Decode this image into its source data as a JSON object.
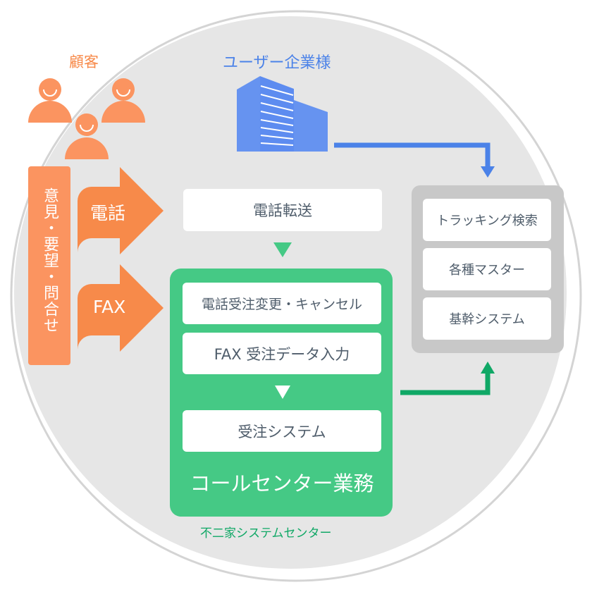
{
  "customers": {
    "title": "顧客",
    "feedback_label": "意見・要望・問合せ"
  },
  "channels": {
    "phone": "電話",
    "fax": "FAX"
  },
  "user_company": {
    "title": "ユーザー企業様"
  },
  "phone_transfer": {
    "label": "電話転送"
  },
  "call_center": {
    "title": "コールセンター業務",
    "items": [
      "電話受注変更・キャンセル",
      "FAX 受注データ入力",
      "受注システム"
    ]
  },
  "systems": {
    "items": [
      "トラッキング検索",
      "各種マスター",
      "基幹システム"
    ]
  },
  "footer": {
    "center_name": "不二家システムセンター"
  },
  "colors": {
    "orange": "#f78a4a",
    "orange_light": "#fb9460",
    "green": "#45c985",
    "green_dark": "#10a866",
    "blue": "#4b82e8",
    "gray_fill": "#e6e6e6",
    "panel_gray": "#c8c8c8",
    "text": "#4f5d6b"
  }
}
